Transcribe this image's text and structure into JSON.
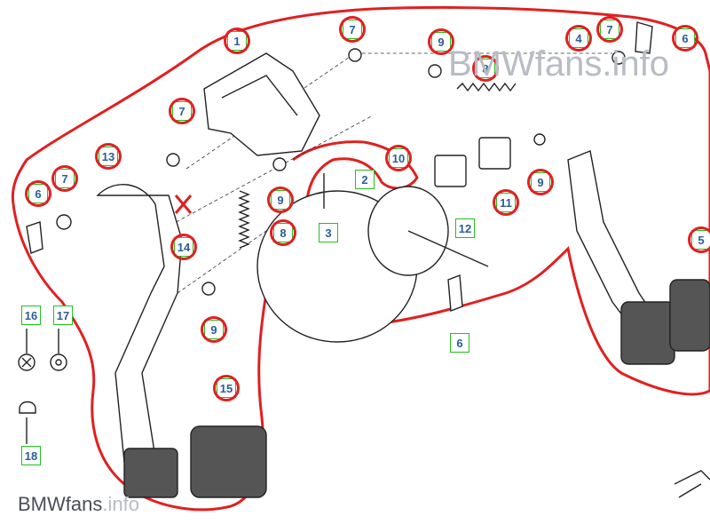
{
  "callouts": [
    {
      "label": "1",
      "circled": true
    },
    {
      "label": "7",
      "circled": true
    },
    {
      "label": "9",
      "circled": true
    },
    {
      "label": "8",
      "circled": true
    },
    {
      "label": "4",
      "circled": true
    },
    {
      "label": "7",
      "circled": true
    },
    {
      "label": "6",
      "circled": true
    },
    {
      "label": "7",
      "circled": true
    },
    {
      "label": "13",
      "circled": true
    },
    {
      "label": "6",
      "circled": true
    },
    {
      "label": "7",
      "circled": true
    },
    {
      "label": "10",
      "circled": true
    },
    {
      "label": "2",
      "circled": false
    },
    {
      "label": "3",
      "circled": false
    },
    {
      "label": "9",
      "circled": true
    },
    {
      "label": "8",
      "circled": true
    },
    {
      "label": "14",
      "circled": true
    },
    {
      "label": "11",
      "circled": true
    },
    {
      "label": "9",
      "circled": true
    },
    {
      "label": "12",
      "circled": false
    },
    {
      "label": "5",
      "circled": true
    },
    {
      "label": "6",
      "circled": false
    },
    {
      "label": "9",
      "circled": true
    },
    {
      "label": "15",
      "circled": true
    },
    {
      "label": "16",
      "circled": false
    },
    {
      "label": "17",
      "circled": false
    },
    {
      "label": "18",
      "circled": false
    }
  ],
  "watermark": {
    "top": "BMWfans.info",
    "bottom_main": "BMWfans",
    "bottom_suffix": ".info"
  },
  "colors": {
    "outline": "#e02020",
    "callout_border": "#22c11f",
    "callout_text": "#2b5d9a"
  }
}
